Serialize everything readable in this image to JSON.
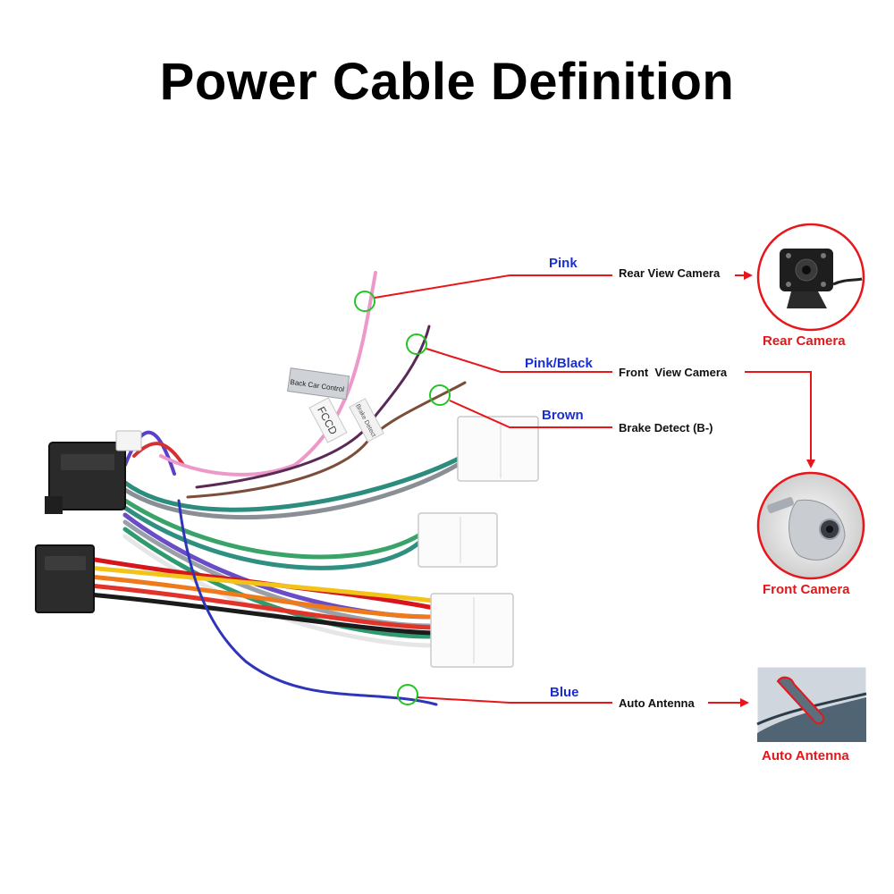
{
  "title": "Power Cable Definition",
  "colors": {
    "leader": "#e8161b",
    "label_blue": "#1a2fcf",
    "caption_red": "#e0181b",
    "marker_green": "#25c425"
  },
  "connections": [
    {
      "id": "rear",
      "wire": "Pink",
      "function": "Rear View Camera"
    },
    {
      "id": "front",
      "wire": "Pink/Black",
      "function": "Front  View Camera"
    },
    {
      "id": "brake",
      "wire": "Brown",
      "function": "Brake Detect (B-)"
    },
    {
      "id": "antenna",
      "wire": "Blue",
      "function": "Auto Antenna"
    }
  ],
  "devices": [
    {
      "id": "rear",
      "caption": "Rear Camera"
    },
    {
      "id": "front",
      "caption": "Front Camera"
    },
    {
      "id": "antenna",
      "caption": "Auto Antenna"
    }
  ],
  "tags": [
    "Back Car Control",
    "FCCD",
    "Brake Detect"
  ]
}
